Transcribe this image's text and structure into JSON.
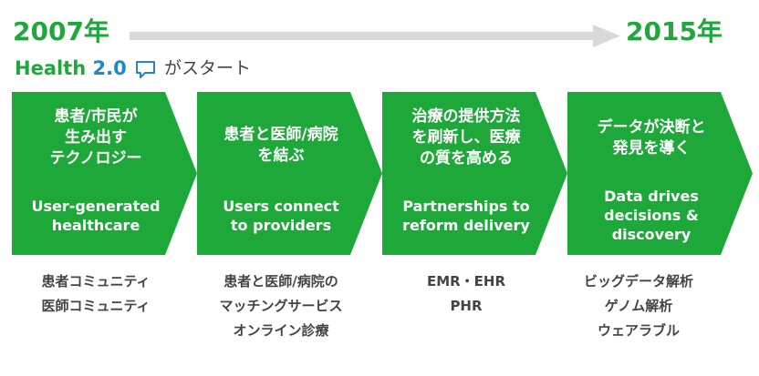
{
  "header": {
    "year_start": "2007年",
    "year_end": "2015年",
    "health_label": "Health ",
    "health_version": "2.0",
    "subtitle": "がスタート"
  },
  "colors": {
    "green": "#1fa83a",
    "blue": "#1e88c9",
    "arrow_gray": "#d9d9d9",
    "text_gray": "#444444"
  },
  "icons": [
    "chat-bubble-icon",
    "timeline-arrow"
  ],
  "steps": [
    {
      "jp": "患者/市民が\n生み出す\nテクノロジー",
      "en": "User-generated\nhealthcare",
      "examples": [
        "患者コミュニティ",
        "医師コミュニティ"
      ]
    },
    {
      "jp": "患者と医師/病院\nを結ぶ",
      "en": "Users connect\nto providers",
      "examples": [
        "患者と医師/病院の",
        "マッチングサービス",
        "オンライン診療"
      ]
    },
    {
      "jp": "治療の提供方法\nを刷新し、医療\nの質を高める",
      "en": "Partnerships to\nreform delivery",
      "examples": [
        "EMR・EHR",
        "PHR"
      ]
    },
    {
      "jp": "データが決断と\n発見を導く",
      "en": "Data drives\ndecisions &\ndiscovery",
      "examples": [
        "ビッグデータ解析",
        "ゲノム解析",
        "ウェアラブル"
      ]
    }
  ]
}
